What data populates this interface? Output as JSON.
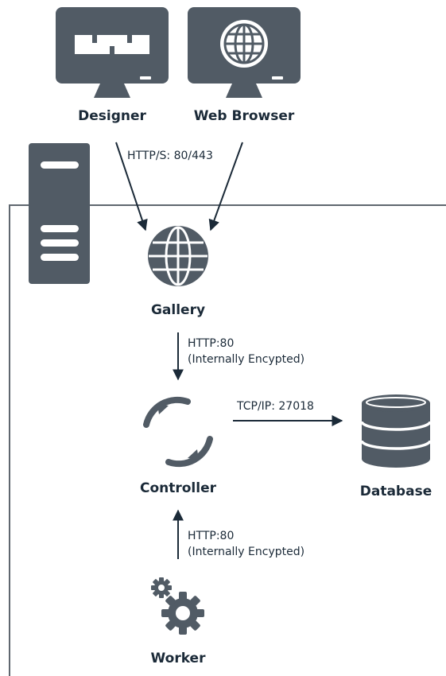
{
  "colors": {
    "icon": "#515b65",
    "text": "#1b2a38",
    "arrow": "#1b2a38",
    "boundary": "#5f676f",
    "background": "#ffffff"
  },
  "nodes": {
    "designer": {
      "label": "Designer",
      "icon": "monitor-app-icon"
    },
    "web_browser": {
      "label": "Web Browser",
      "icon": "monitor-globe-icon"
    },
    "server": {
      "icon": "server-tower-icon"
    },
    "gallery": {
      "label": "Gallery",
      "icon": "globe-icon"
    },
    "controller": {
      "label": "Controller",
      "icon": "refresh-cycle-icon"
    },
    "database": {
      "label": "Database",
      "icon": "database-icon"
    },
    "worker": {
      "label": "Worker",
      "icon": "gears-icon"
    }
  },
  "connections": {
    "clients_to_gallery": {
      "label": "HTTP/S: 80/443"
    },
    "gallery_to_controller": {
      "line1": "HTTP:80",
      "line2": "(Internally Encypted)"
    },
    "controller_to_database": {
      "label": "TCP/IP: 27018"
    },
    "worker_to_controller": {
      "line1": "HTTP:80",
      "line2": "(Internally Encypted)"
    }
  }
}
